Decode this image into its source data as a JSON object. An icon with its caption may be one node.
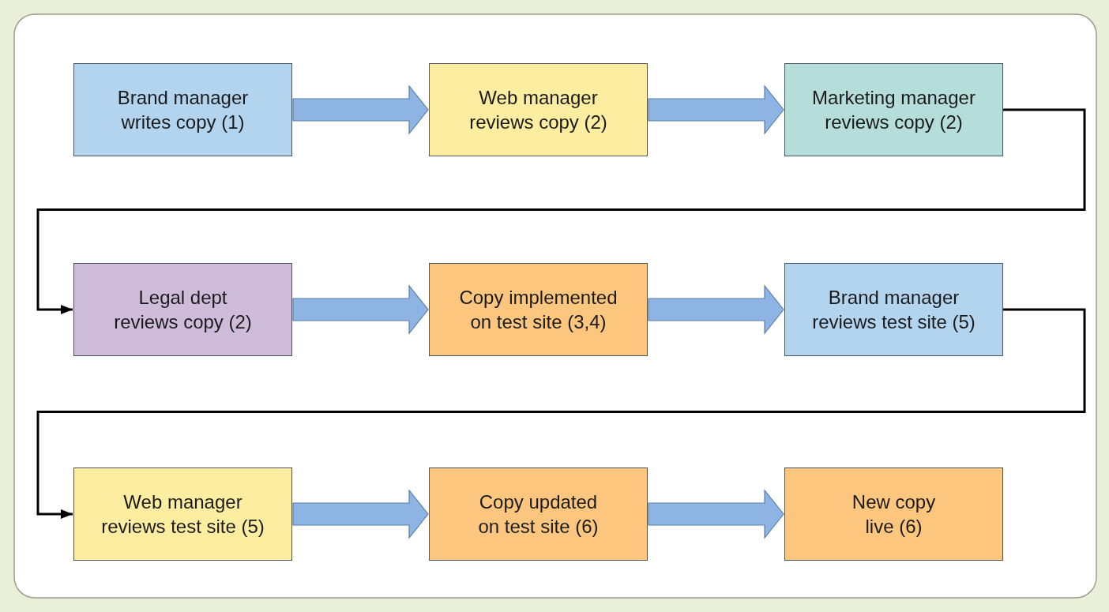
{
  "diagram": {
    "nodes": [
      {
        "text": [
          "Brand manager writes copy (1)"
        ]
      },
      {
        "text": [
          "Web manager reviews copy (2)"
        ]
      },
      {
        "text": [
          "Marketing manager reviews copy (2)"
        ]
      },
      {
        "text": [
          "Legal dept reviews copy (2)"
        ]
      },
      {
        "text": [
          "Copy implemented on test site (3,4)"
        ]
      },
      {
        "text": [
          "Brand manager reviews test site (5)"
        ]
      },
      {
        "text": [
          "Web manager reviews test site (5)"
        ]
      },
      {
        "text": [
          "Copy updated on test site (6)"
        ]
      },
      {
        "text": [
          "New copy live (6)"
        ]
      }
    ],
    "edges": [
      {
        "from": 0,
        "to": 1,
        "arrow": "to"
      },
      {
        "from": 1,
        "to": 2,
        "arrow": "to"
      },
      {
        "from": 2,
        "to": 3,
        "arrow": "to",
        "color": "#000000"
      },
      {
        "from": 3,
        "to": 4,
        "arrow": "to"
      },
      {
        "from": 4,
        "to": 5,
        "arrow": "to"
      },
      {
        "from": 5,
        "to": 6,
        "arrow": "to",
        "color": "#000000"
      },
      {
        "from": 6,
        "to": 7,
        "arrow": "to"
      },
      {
        "from": 7,
        "to": 8,
        "arrow": "to"
      }
    ]
  }
}
